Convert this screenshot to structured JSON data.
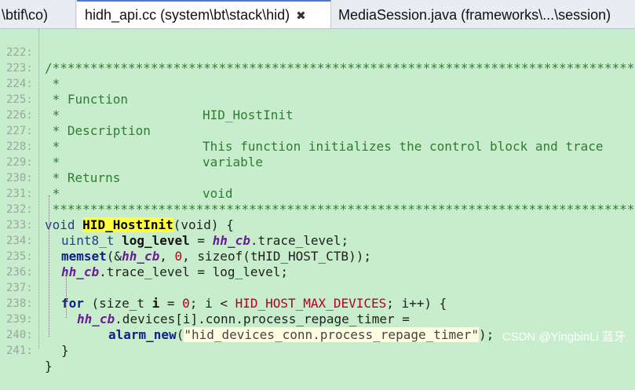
{
  "tabs": [
    {
      "label": "\\btif\\co)"
    },
    {
      "label": "hidh_api.cc (system\\bt\\stack\\hid)",
      "close": "✖"
    },
    {
      "label": "MediaSession.java (frameworks\\...\\session)"
    }
  ],
  "lines": {
    "l222": {
      "num": "222:",
      "text": "/*******************************************************************************"
    },
    "l223": {
      "num": "223:",
      "text": " *"
    },
    "l224": {
      "num": "224:",
      "c1": " * Function",
      "c2": "HID_HostInit"
    },
    "l225": {
      "num": "225:",
      "text": " *"
    },
    "l226": {
      "num": "226:",
      "c1": " * Description",
      "c2": "This function initializes the control block and trace"
    },
    "l227": {
      "num": "227:",
      "c1": " *",
      "c2": "variable"
    },
    "l228": {
      "num": "228:",
      "text": " *"
    },
    "l229": {
      "num": "229:",
      "c1": " * Returns",
      "c2": "void"
    },
    "l230": {
      "num": "230:",
      "text": " *"
    },
    "l231": {
      "num": "231:",
      "text": " ******************************************************************************/"
    },
    "l232": {
      "num": "232:",
      "t1": "void ",
      "t2": "HID_HostInit",
      "t3": "(void) {"
    },
    "l233": {
      "num": "233:",
      "t1": "uint8_t ",
      "t2": "log_level",
      "t3": " = ",
      "t4": "hh_cb",
      "t5": ".trace_level;"
    },
    "l234": {
      "num": "234:",
      "t1": "memset",
      "t2": "(&",
      "t3": "hh_cb",
      "t4": ", ",
      "t5": "0",
      "t6": ", sizeof(tHID_HOST_CTB));"
    },
    "l235": {
      "num": "235:",
      "t1": "hh_cb",
      "t2": ".trace_level = log_level;"
    },
    "l236": {
      "num": "236:"
    },
    "l237": {
      "num": "237:",
      "t1": "for",
      "t2": " (size_t ",
      "t3": "i",
      "t4": " = ",
      "t5": "0",
      "t6": "; i < ",
      "t7": "HID_HOST_MAX_DEVICES",
      "t8": "; i++) {"
    },
    "l238": {
      "num": "238:",
      "t1": "hh_cb",
      "t2": ".devices[i].conn.process_repage_timer ="
    },
    "l239": {
      "num": "239:",
      "t1": "alarm_new",
      "t2": "(",
      "t3": "\"hid_devices_conn.process_repage_timer\"",
      "t4": ");"
    },
    "l240": {
      "num": "240:",
      "t1": "}"
    },
    "l241": {
      "num": "241:",
      "t1": "}"
    }
  },
  "watermark": "CSDN @YingbinLi 蓝牙"
}
